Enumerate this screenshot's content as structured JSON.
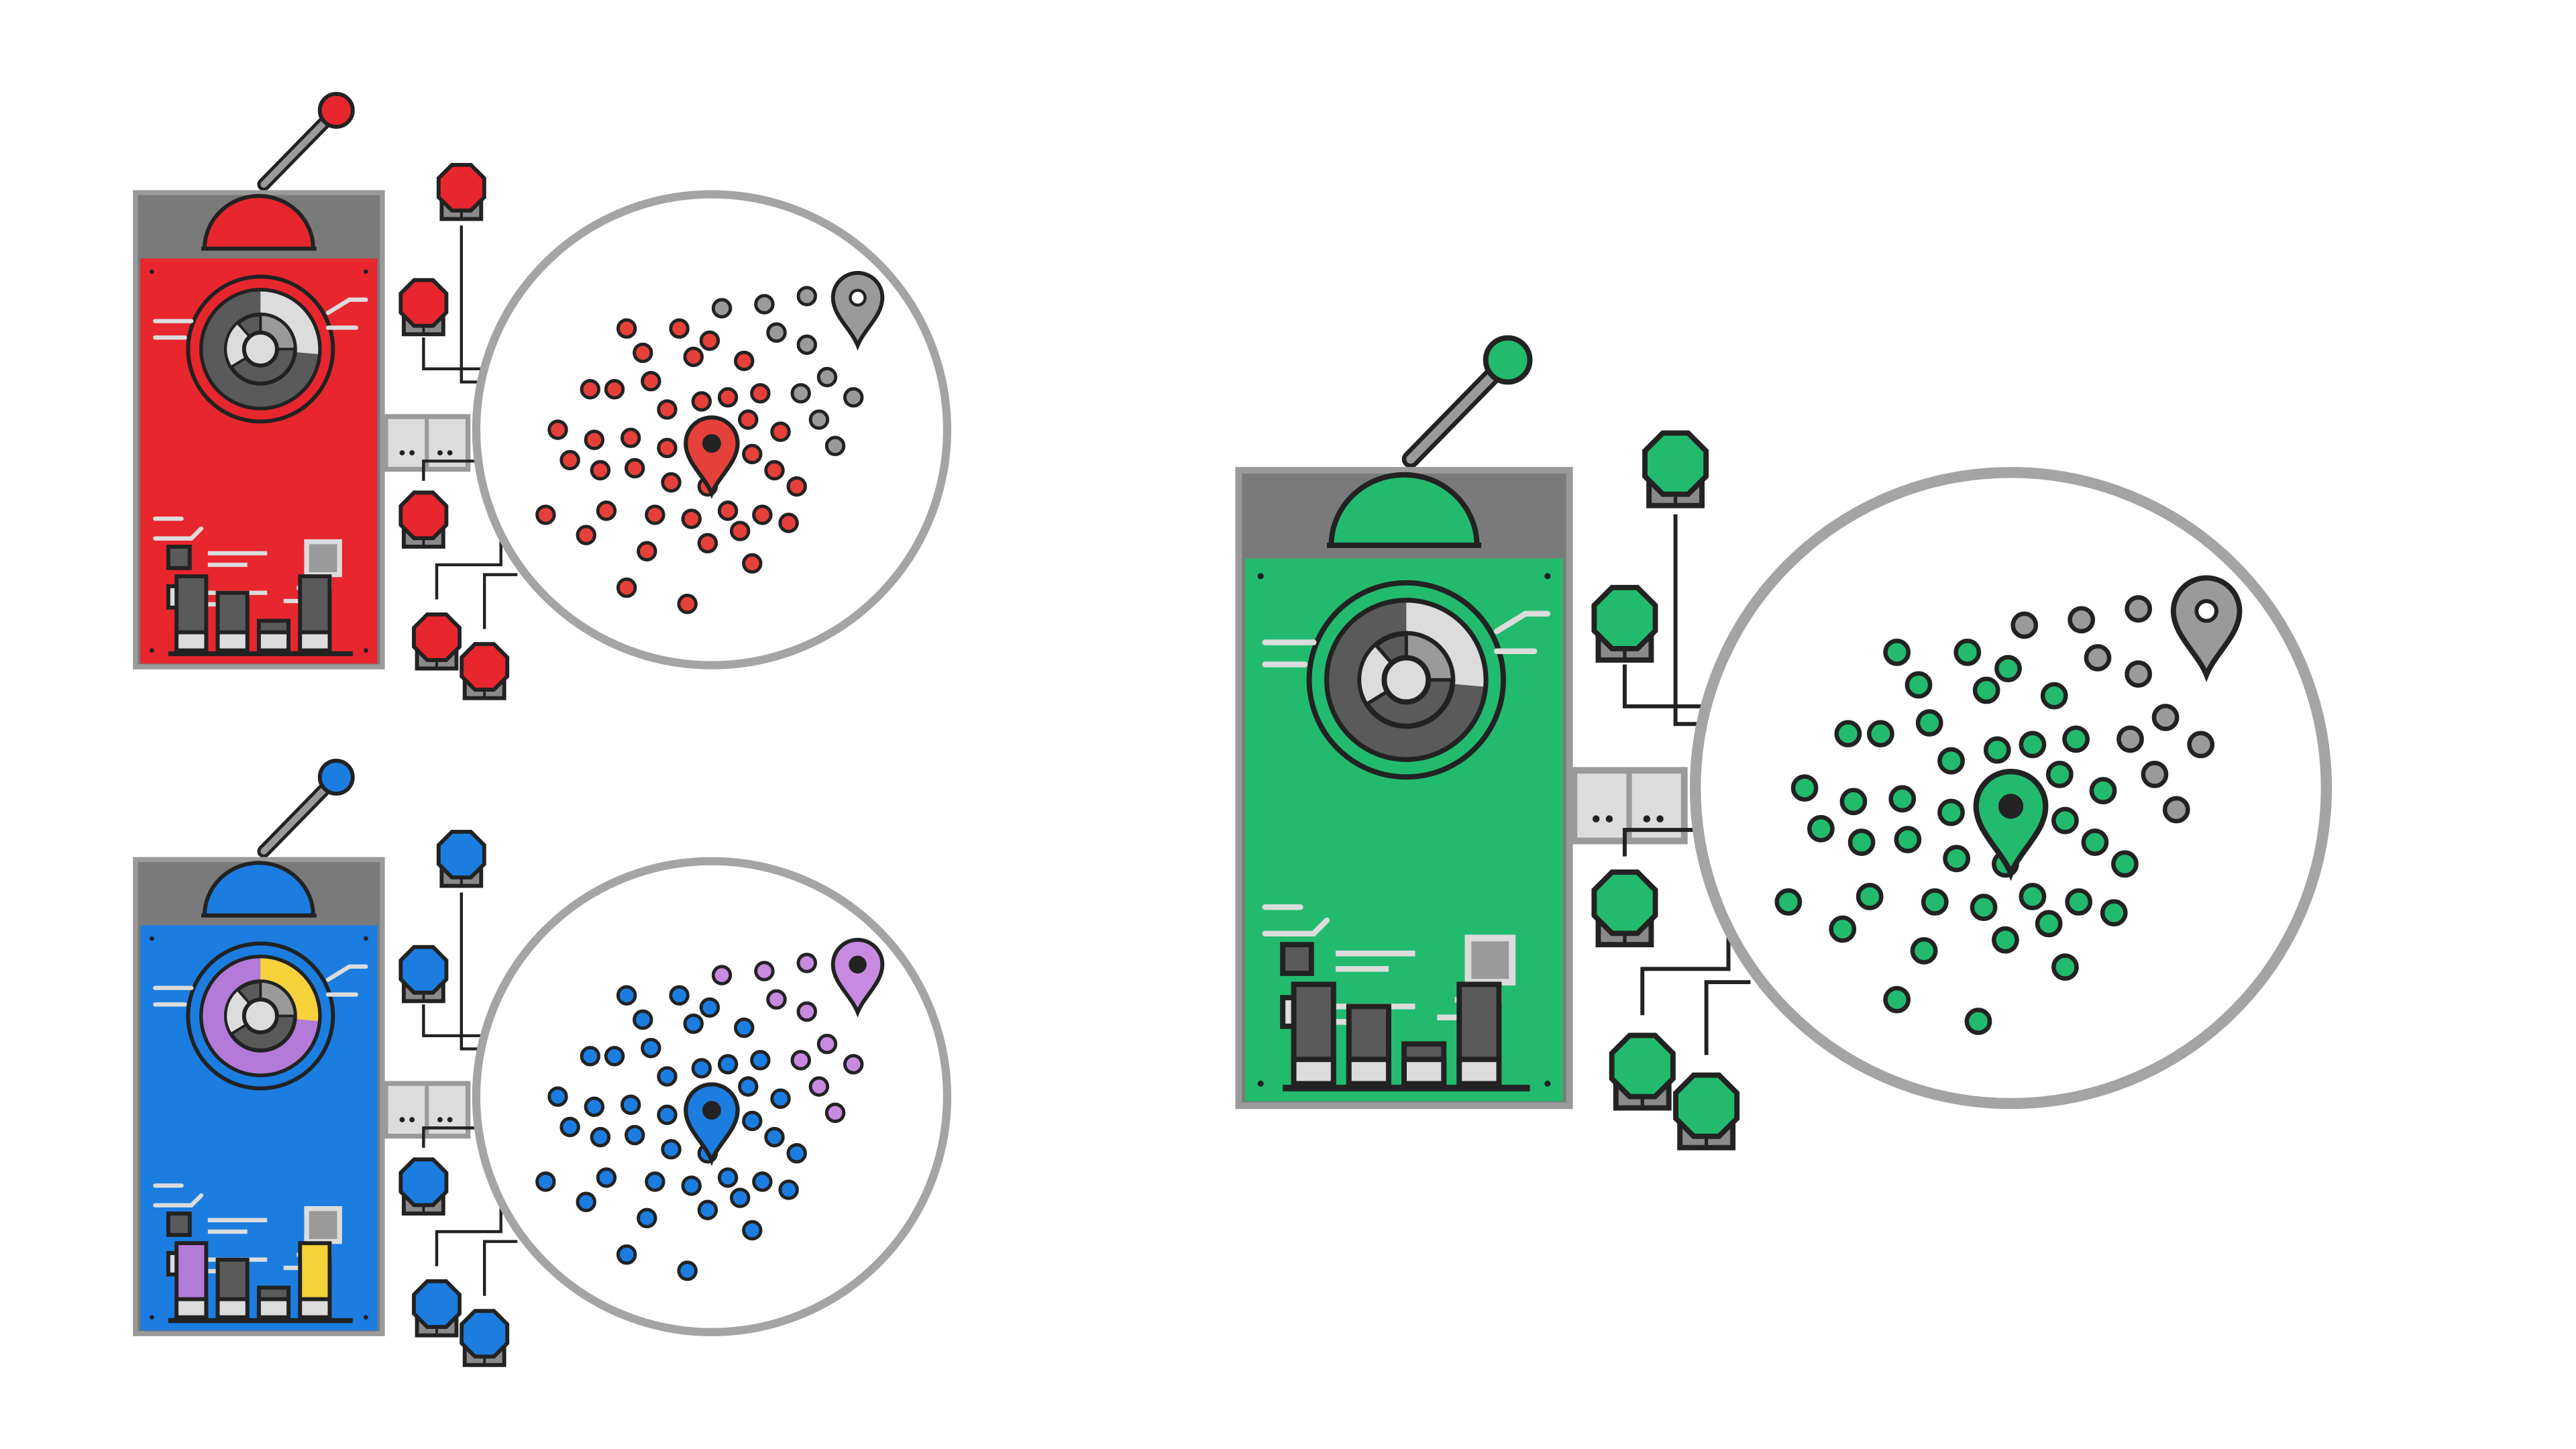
{
  "colors": {
    "outline": "#222222",
    "housing": "#7a7a7a",
    "ring": "#a4a4a4",
    "light_gray": "#dcdcdc",
    "dark_gray": "#5a5a5a",
    "white": "#ffffff"
  },
  "devices": [
    {
      "name": "red",
      "accent": "#e8262d",
      "alt_accent": "#e8262d",
      "pin_accent": "#e5403a",
      "alt_pin_accent": "#9a9a9a",
      "bar_accents": [
        false,
        false,
        false,
        false
      ]
    },
    {
      "name": "blue",
      "accent": "#1b7de0",
      "alt_accent": "#b47ad7",
      "pin_accent": "#1b7de0",
      "alt_pin_accent": "#c78ae0",
      "bar_accents": [
        true,
        false,
        false,
        true
      ]
    },
    {
      "name": "green",
      "accent": "#22bb6e",
      "alt_accent": "#22bb6e",
      "pin_accent": "#22bb6e",
      "alt_pin_accent": "#9a9a9a",
      "bar_accents": [
        false,
        false,
        false,
        false
      ]
    }
  ]
}
